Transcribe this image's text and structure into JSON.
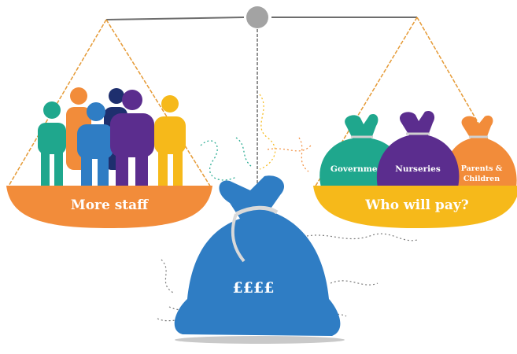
{
  "left_pan": {
    "label": "More staff",
    "color": "#F28C3A"
  },
  "right_pan": {
    "label": "Who will pay?",
    "color": "#F6B91A"
  },
  "center_bag": {
    "label": "££££",
    "color": "#2F7DC4"
  },
  "small_bags": [
    {
      "label": "Government",
      "color": "#1FA78D"
    },
    {
      "label": "Nurseries",
      "color": "#5B2D8E"
    },
    {
      "label_line1": "Parents &",
      "label_line2": "Children",
      "color": "#F28C3A"
    }
  ],
  "people_colors": [
    "#1FA78D",
    "#F28C3A",
    "#2F7DC4",
    "#5B2D8E",
    "#F6B91A"
  ],
  "beam_color": "#6d6d6d",
  "string_color": "#E59A36"
}
